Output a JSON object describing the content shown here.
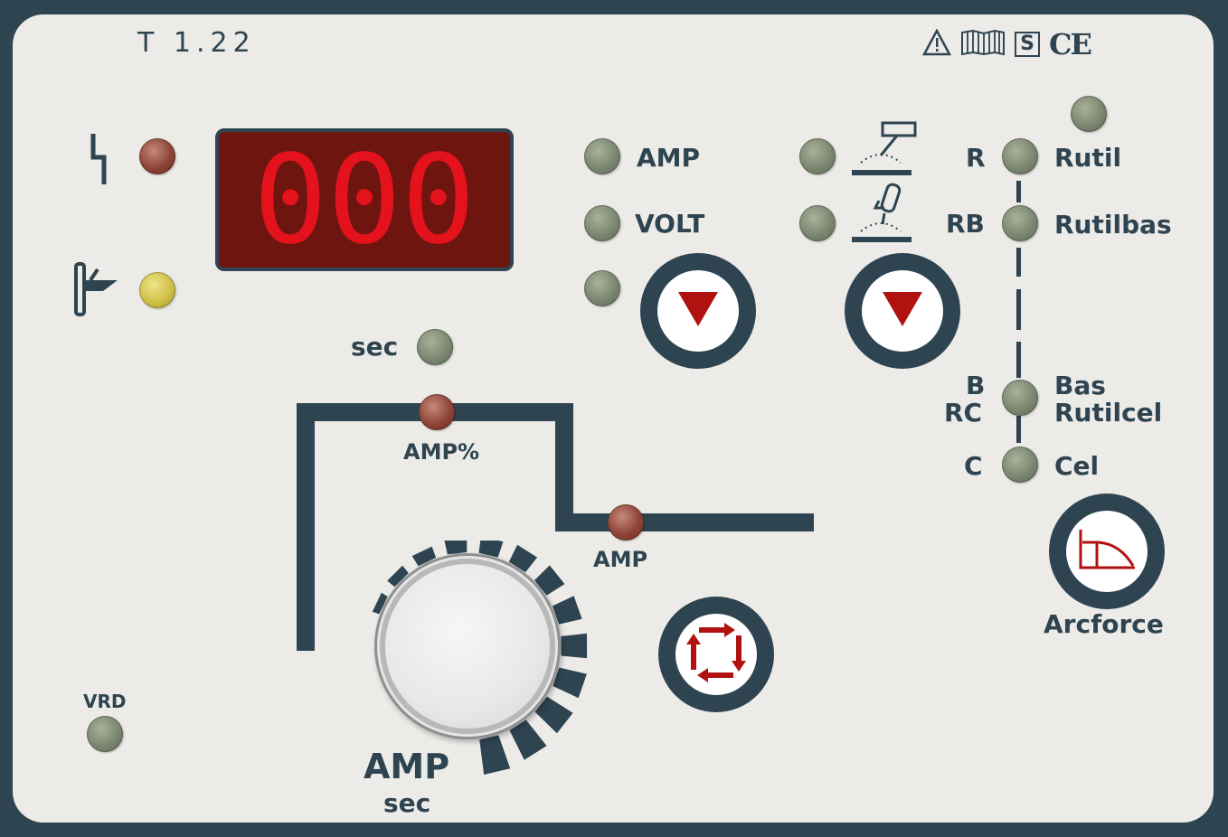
{
  "panel": {
    "model": "T 1.22"
  },
  "display": {
    "value": "000"
  },
  "indicators": {
    "amp": "AMP",
    "volt": "VOLT",
    "sec": "sec",
    "amp_percent": "AMP%",
    "amp_graph": "AMP",
    "vrd": "VRD"
  },
  "electrodes": {
    "r_code": "R",
    "r_name": "Rutil",
    "rb_code": "RB",
    "rb_name": "Rutilbas",
    "b_code": "B",
    "rc_code": "RC",
    "b_name": "Bas",
    "rc_name": "Rutilcel",
    "c_code": "C",
    "c_name": "Cel"
  },
  "arcforce": {
    "label": "Arcforce"
  },
  "knob": {
    "label_top": "AMP",
    "label_bottom": "sec"
  },
  "icons": {
    "warning": "warning-triangle-icon",
    "manual": "manual-book-icon",
    "safety": "s-mark-icon",
    "ce": "ce-mark-icon",
    "fault": "fault-lightning-icon",
    "temp": "thermal-overload-icon",
    "mma": "mma-electrode-icon",
    "tig": "tig-torch-icon",
    "down_arrow": "down-arrow-icon",
    "cycle": "cycle-arrows-icon",
    "arcforce_curve": "arcforce-curve-icon"
  },
  "colors": {
    "panel": "#ecebe8",
    "frame": "#2e4451",
    "display_bg": "#6e1510",
    "digits": "#e3121c",
    "arrow": "#b0120f"
  }
}
